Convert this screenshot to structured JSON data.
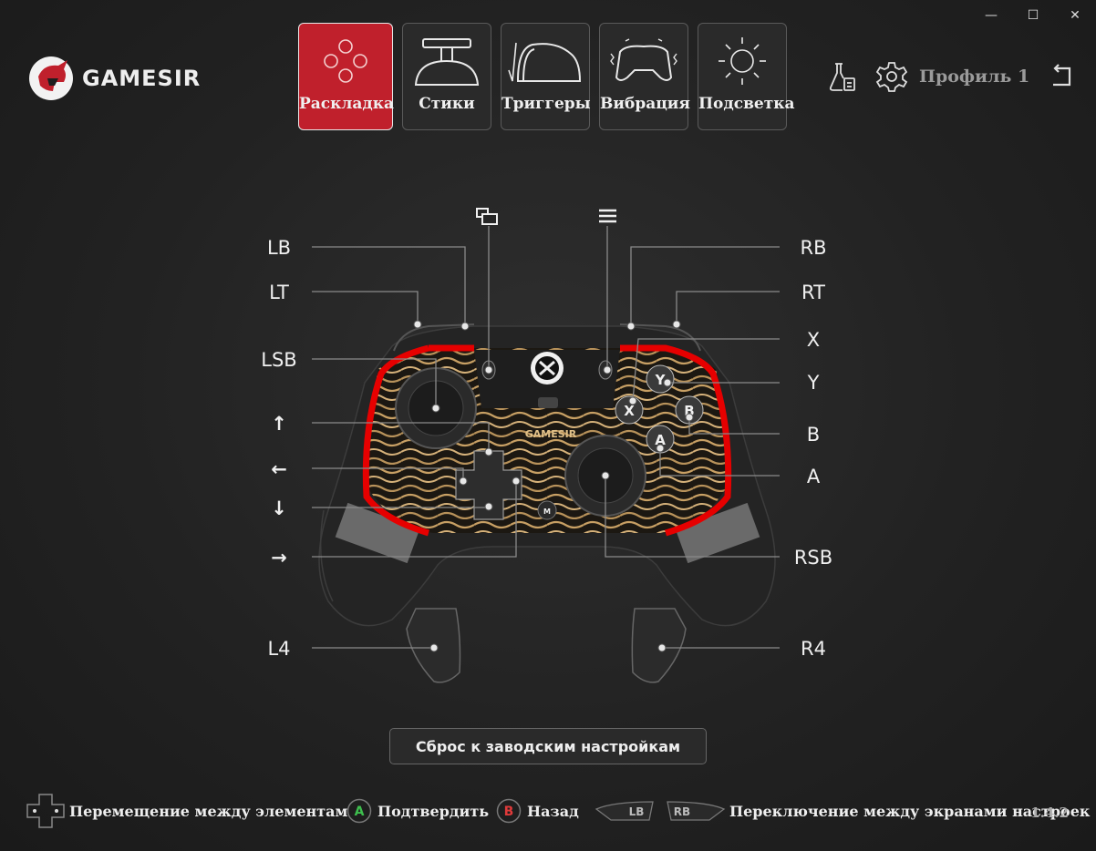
{
  "window": {
    "minimize": "—",
    "maximize": "☐",
    "close": "✕"
  },
  "brand": {
    "name": "GAMESIR"
  },
  "tabs": [
    {
      "label": "Раскладка",
      "icon": "layout-icon",
      "active": true
    },
    {
      "label": "Стики",
      "icon": "stick-icon",
      "active": false
    },
    {
      "label": "Триггеры",
      "icon": "trigger-icon",
      "active": false
    },
    {
      "label": "Вибрация",
      "icon": "vibration-icon",
      "active": false
    },
    {
      "label": "Подсветка",
      "icon": "light-icon",
      "active": false
    }
  ],
  "profile": {
    "label": "Профиль 1"
  },
  "mapping_labels": {
    "lb": "LB",
    "lt": "LT",
    "lsb": "LSB",
    "up": "↑",
    "left": "←",
    "down": "↓",
    "right": "→",
    "l4": "L4",
    "rb": "RB",
    "rt": "RT",
    "x": "X",
    "y": "Y",
    "b": "B",
    "a": "A",
    "rsb": "RSB",
    "r4": "R4"
  },
  "controller": {
    "face_y": "Y",
    "face_x": "X",
    "face_b": "B",
    "face_a": "A",
    "logo": "GAMESIR",
    "m": "M"
  },
  "reset_button": "Сброс к заводским настройкам",
  "footer": {
    "navigate": "Перемещение между элементами",
    "confirm_key": "A",
    "confirm": "Подтвердить",
    "back_key": "B",
    "back": "Назад",
    "lb_key": "LB",
    "rb_key": "RB",
    "switch": "Переключение между экранами настроек"
  },
  "version": "1.4.2",
  "colors": {
    "accent": "#c0202c",
    "bg": "#222222",
    "highlight": "#e60000"
  }
}
